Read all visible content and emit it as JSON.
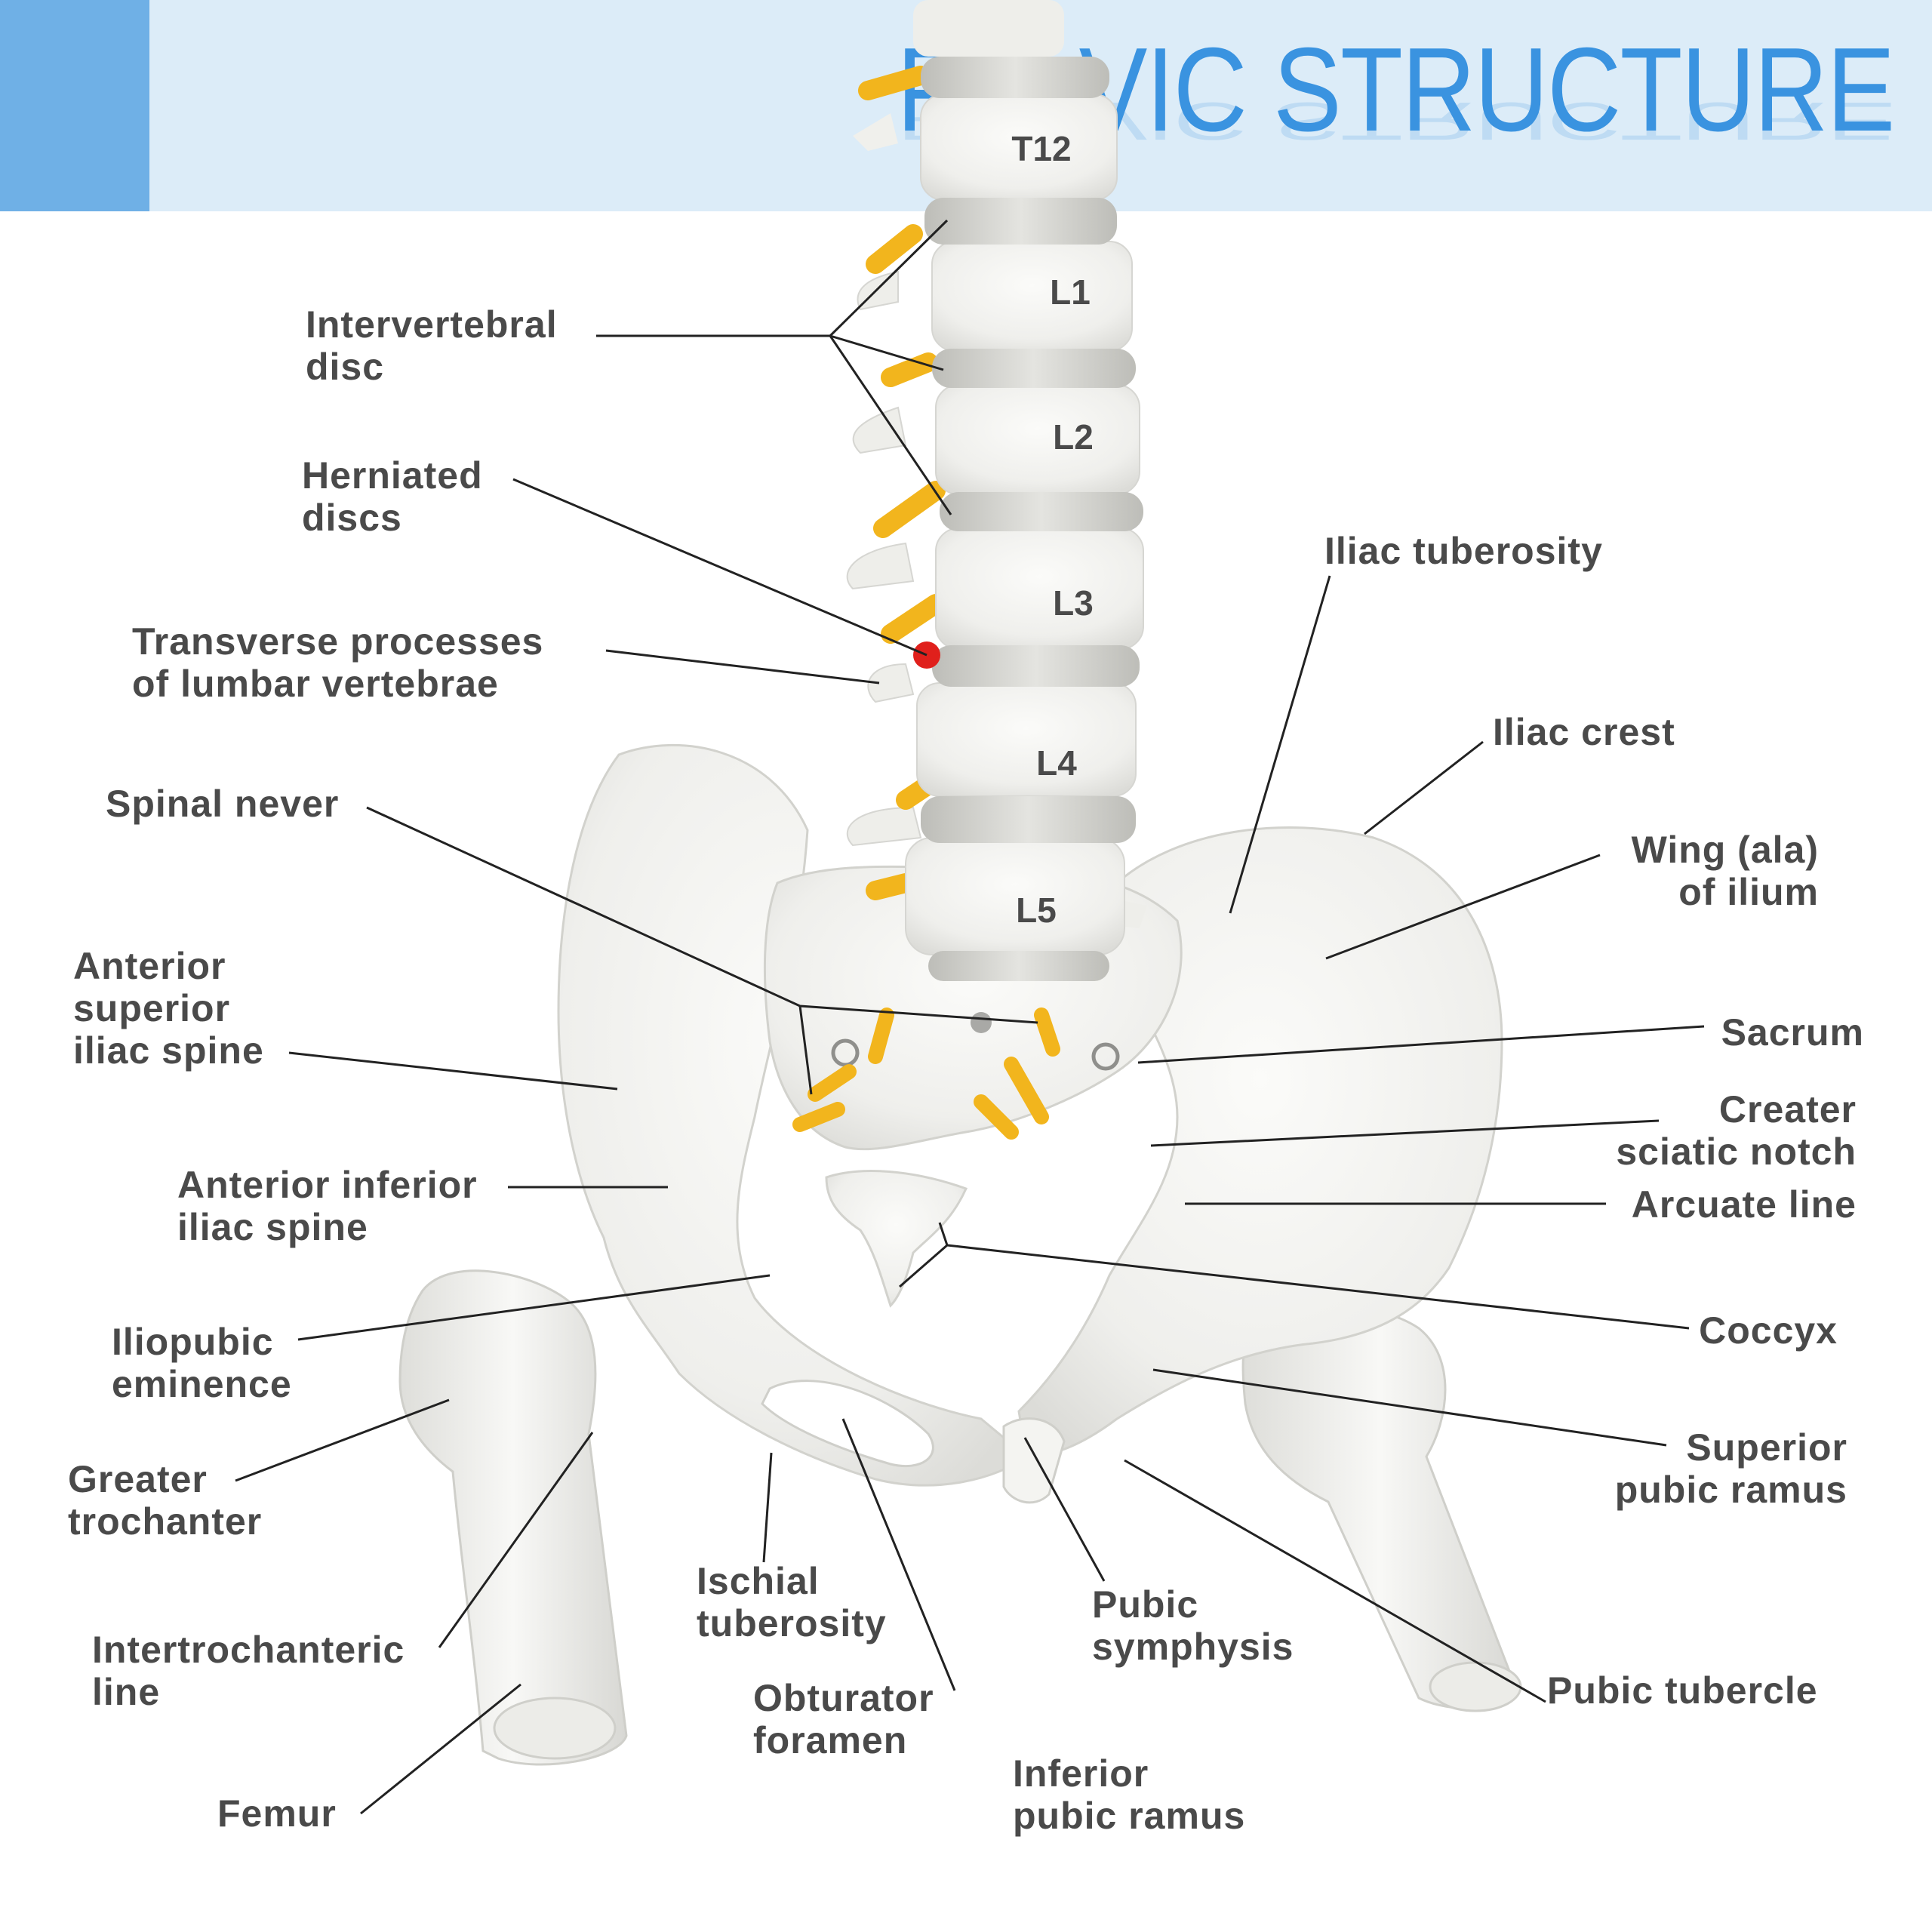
{
  "title": "PELVIC STRUCTURE",
  "colors": {
    "header_band": "#dcecf8",
    "header_accent": "#6fb0e6",
    "title": "#3a93e0",
    "label_text": "#4a4a4a",
    "leader_line": "#222222",
    "bone": "#f2f2ef",
    "disc": "#d6d6d2",
    "nerve": "#f2b51d",
    "herniation": "#e0201c"
  },
  "vertebra_labels": [
    "T12",
    "L1",
    "L2",
    "L3",
    "L4",
    "L5"
  ],
  "labels": {
    "intervertebral_disc": "Intervertebral\ndisc",
    "herniated_discs": "Herniated\ndiscs",
    "transverse_processes": "Transverse processes\nof lumbar vertebrae",
    "spinal_never": "Spinal never",
    "anterior_superior_iliac_spine": "Anterior\nsuperior\niliac spine",
    "anterior_inferior_iliac_spine": "Anterior inferior\niliac spine",
    "iliopubic_eminence": "Iliopubic\neminence",
    "greater_trochanter": "Greater\ntrochanter",
    "intertrochanteric_line": "Intertrochanteric\nline",
    "femur": "Femur",
    "ischial_tuberosity": "Ischial\ntuberosity",
    "obturator_foramen": "Obturator\nforamen",
    "inferior_pubic_ramus": "Inferior\npubic ramus",
    "pubic_symphysis": "Pubic\nsymphysis",
    "iliac_tuberosity": "Iliac tuberosity",
    "iliac_crest": "Iliac crest",
    "wing_of_ilium": "Wing (ala)\nof ilium",
    "sacrum": "Sacrum",
    "greater_sciatic_notch": "Creater\nsciatic notch",
    "arcuate_line": "Arcuate line",
    "coccyx": "Coccyx",
    "superior_pubic_ramus": "Superior\npubic ramus",
    "pubic_tubercle": "Pubic tubercle"
  }
}
